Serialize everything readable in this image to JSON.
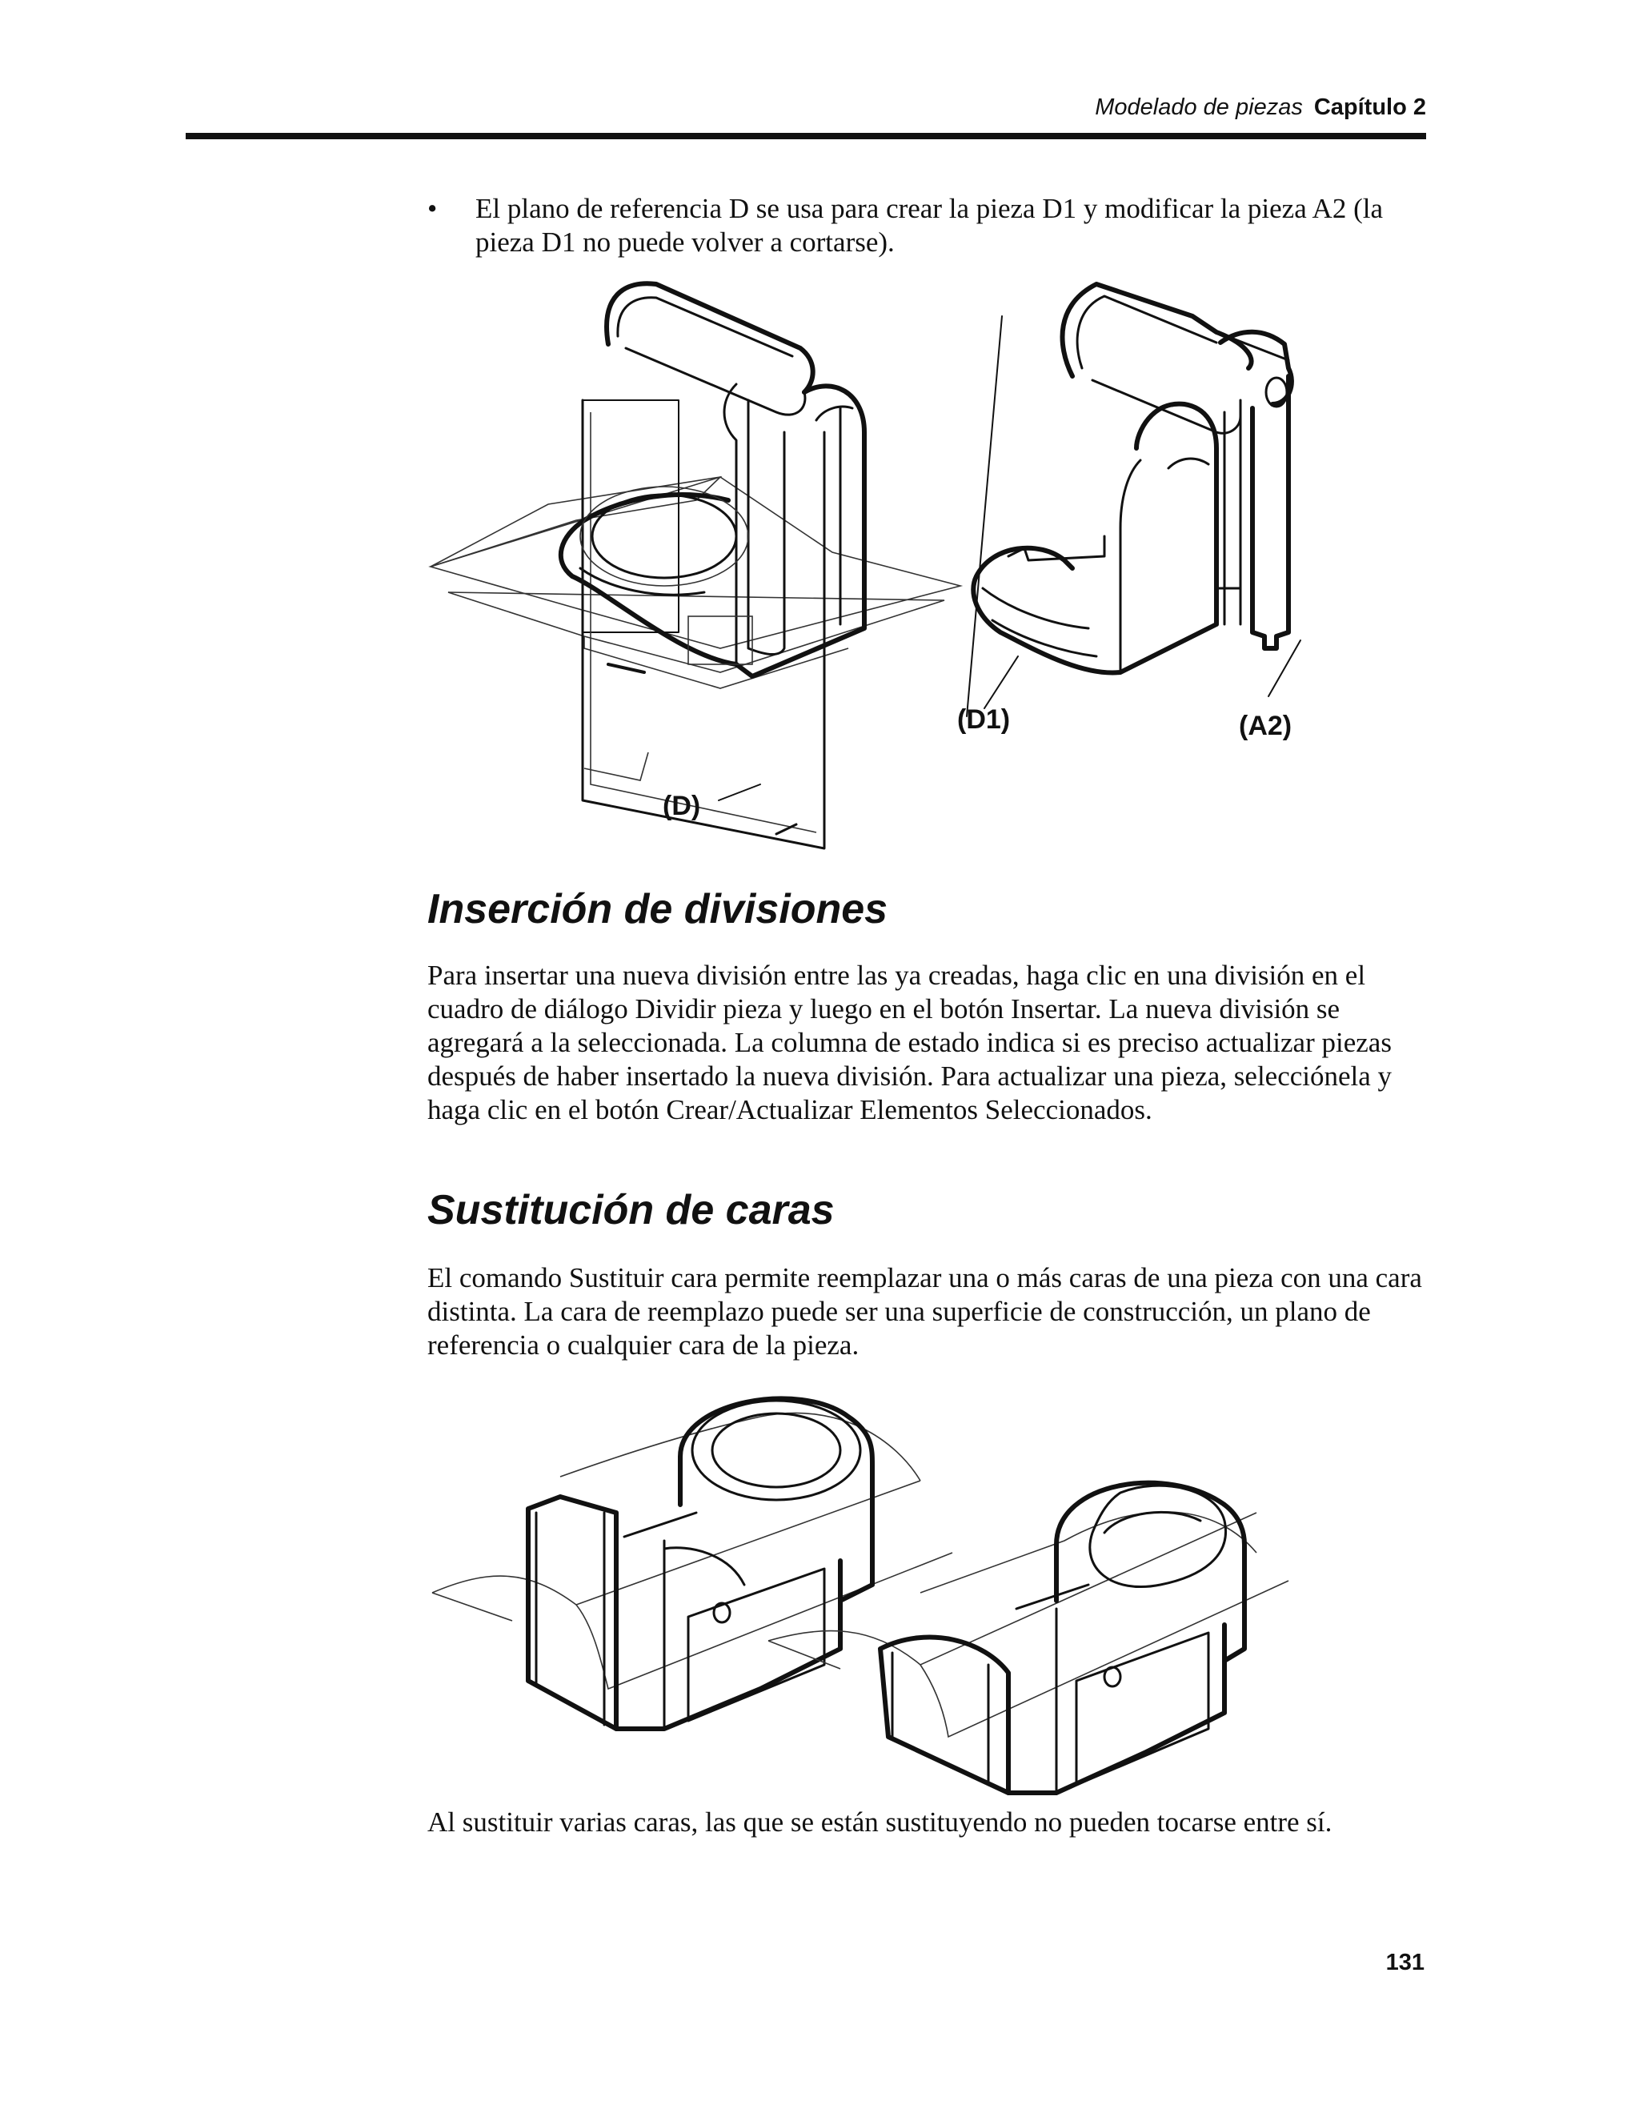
{
  "header": {
    "section": "Modelado de piezas",
    "chapter": "Capítulo 2"
  },
  "bullet": {
    "symbol": "•",
    "text": "El plano de referencia D se usa para crear la pieza D1 y modificar la pieza A2 (la pieza D1 no puede volver a cortarse)."
  },
  "figure1": {
    "labels": {
      "plane": "(D)",
      "part_d1": "(D1)",
      "part_a2": "(A2)"
    }
  },
  "section1": {
    "heading": "Inserción de divisiones",
    "body": "Para insertar una nueva división entre las ya creadas, haga clic en una división en el cuadro de diálogo Dividir pieza y luego en el botón Insertar. La nueva división se agregará a la seleccionada. La columna de estado indica si es preciso actualizar piezas después de haber insertado la nueva división. Para actualizar una pieza, selecciónela y haga clic en el botón Crear/Actualizar Elementos Seleccionados."
  },
  "section2": {
    "heading": "Sustitución de caras",
    "body": "El comando Sustituir cara permite reemplazar una o más caras de una pieza con una cara distinta. La cara de reemplazo puede ser una superficie de construcción, un plano de referencia o cualquier cara de la pieza.",
    "note": "Al sustituir varias caras, las que se están sustituyendo no pueden tocarse entre sí."
  },
  "page_number": "131"
}
